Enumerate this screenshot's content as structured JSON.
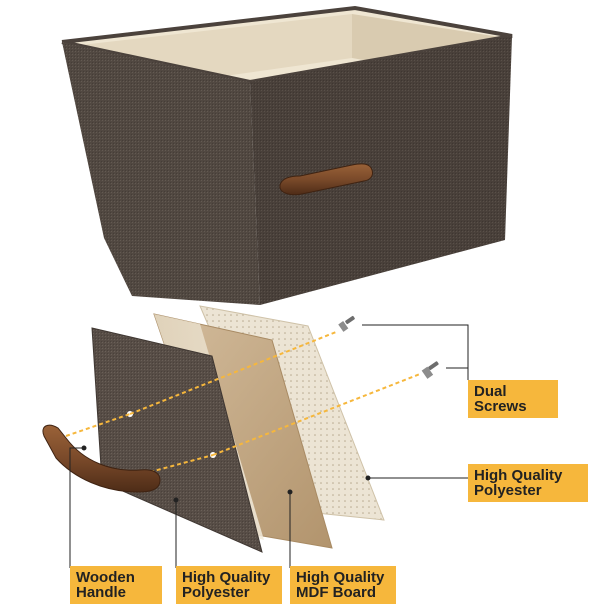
{
  "callouts": {
    "dual_screws": {
      "line1": "Dual",
      "line2": "Screws"
    },
    "outer_polyester": {
      "line1": "High Quality",
      "line2": "Polyester"
    },
    "wooden_handle": {
      "line1": "Wooden",
      "line2": "Handle"
    },
    "inner_polyester": {
      "line1": "High Quality",
      "line2": "Polyester"
    },
    "mdf_board": {
      "line1": "High Quality",
      "line2": "MDF Board"
    }
  },
  "colors": {
    "callout_bg": "#f6b73c",
    "fabric_brown": "#5a5049",
    "liner_cream": "#efe8d9",
    "handle_brown": "#7a4a2a",
    "mdf_tan": "#c2a684",
    "inner_sheet": "#ece4d4"
  }
}
